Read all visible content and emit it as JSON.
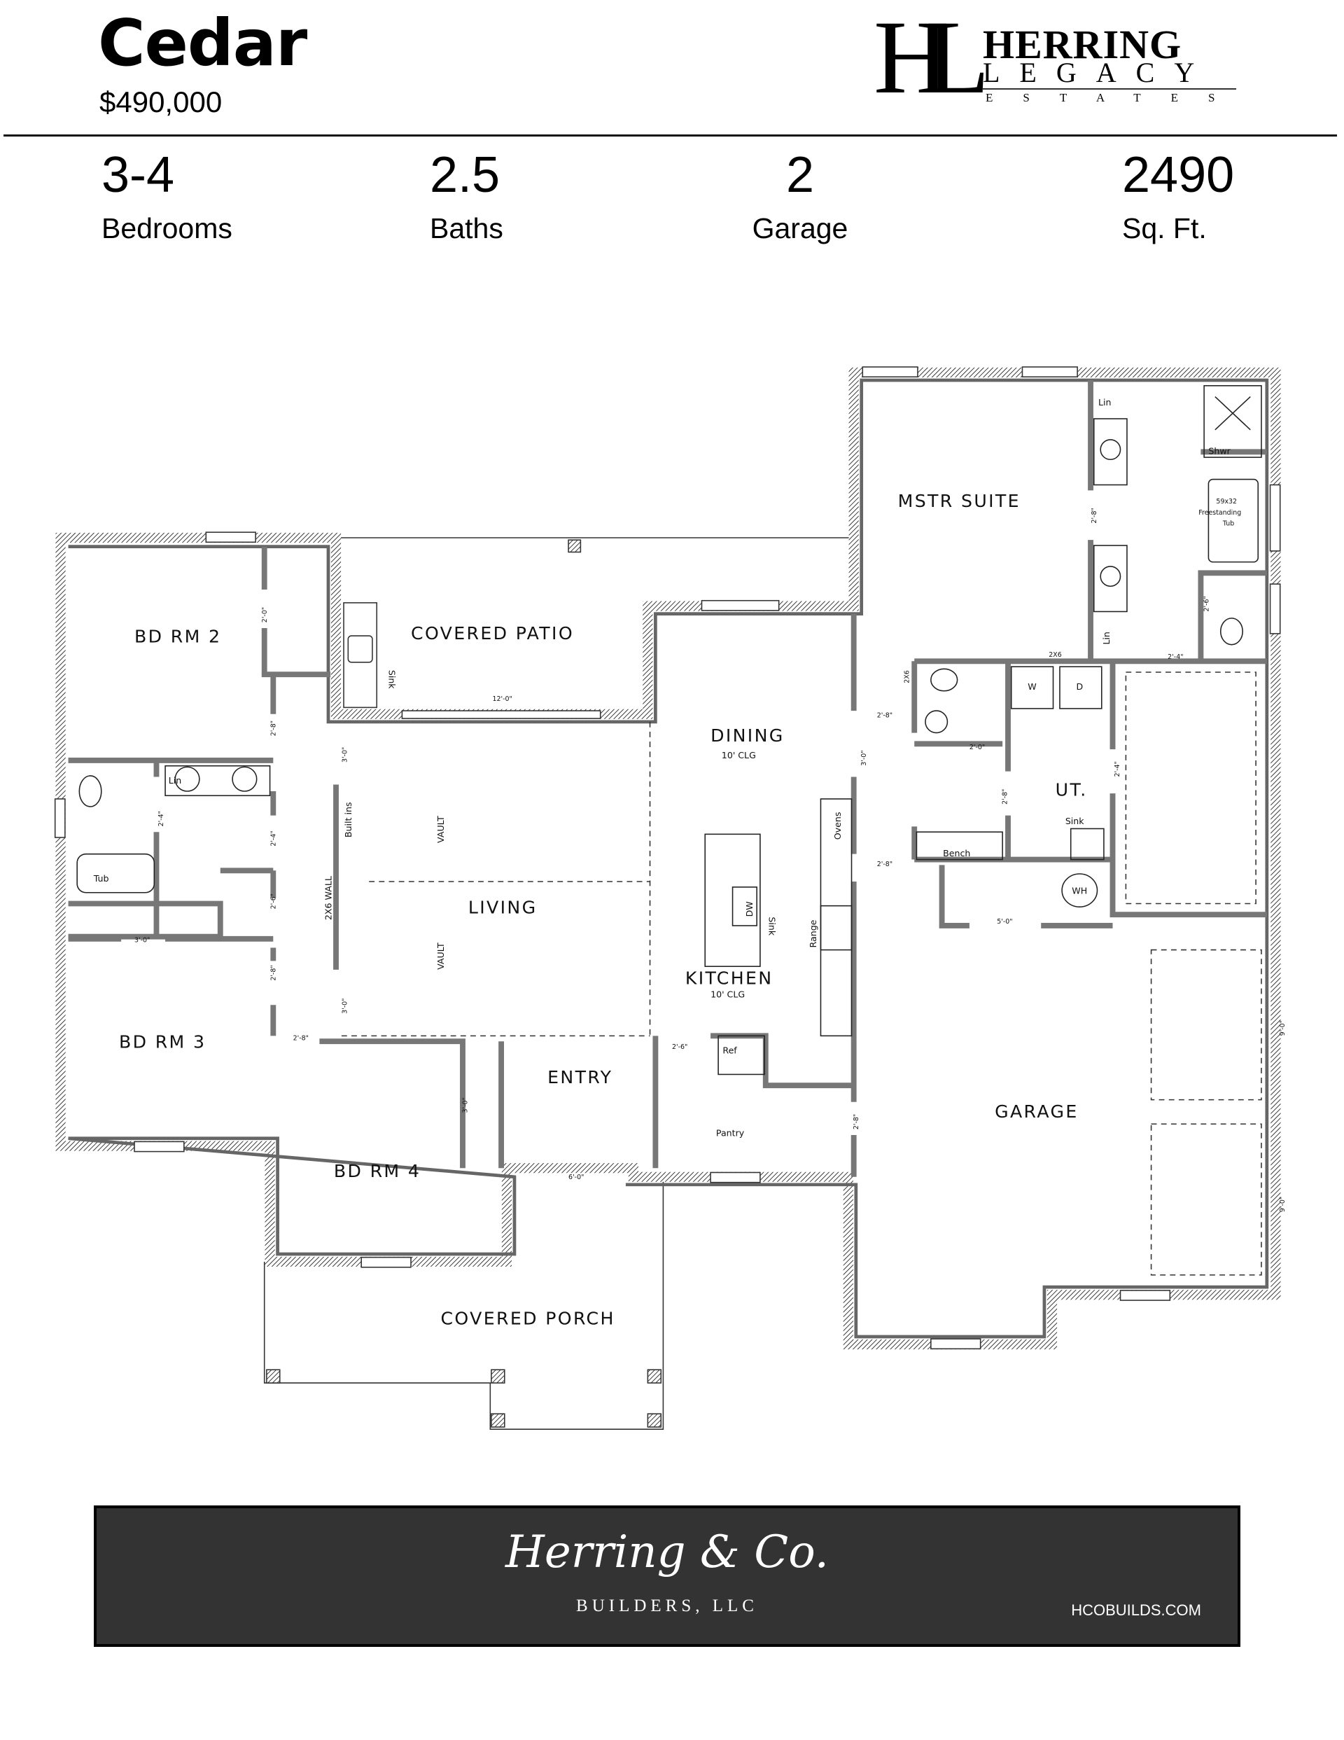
{
  "header": {
    "title": "Cedar",
    "price": "$490,000"
  },
  "logo": {
    "text_line1": "HERRING",
    "text_line2": "LEGACY",
    "text_line3": "ESTATES",
    "monogram": "HL"
  },
  "stats": [
    {
      "value": "3-4",
      "label": "Bedrooms"
    },
    {
      "value": "2.5",
      "label": "Baths"
    },
    {
      "value": "2",
      "label": "Garage"
    },
    {
      "value": "2490",
      "label": "Sq. Ft."
    }
  ],
  "plan": {
    "rooms": {
      "bd2": "BD RM 2",
      "patio": "COVERED PATIO",
      "mstr": "MSTR SUITE",
      "dining": "DINING",
      "dining_clg": "10' CLG",
      "living": "LIVING",
      "kitchen": "KITCHEN",
      "kitchen_clg": "10' CLG",
      "bd3": "BD RM 3",
      "entry": "ENTRY",
      "bd4": "BD RM 4",
      "garage": "GARAGE",
      "porch": "COVERED PORCH",
      "ut": "UT.",
      "pantry": "Pantry"
    },
    "fixtures": {
      "lin1": "Lin",
      "tub": "Tub",
      "patio_sink": "Sink",
      "builtins": "Built ins",
      "wall2x6": "2X6 WALL",
      "vault1": "VAULT",
      "vault2": "VAULT",
      "dw": "DW",
      "kitchen_sink": "Sink",
      "range": "Range",
      "ovens": "Ovens",
      "ref": "Ref",
      "bench": "Bench",
      "ut_sink": "Sink",
      "wh": "WH",
      "washer": "W",
      "dryer": "D",
      "lin2": "Lin",
      "lin3": "Lin",
      "shwr": "Shwr",
      "tub_size": "59x32",
      "tub_type": "Freestanding",
      "tub_word": "Tub",
      "w2x6a": "2X6",
      "w2x6b": "2X6"
    },
    "dims": {
      "d1": "2'-0\"",
      "d2": "2'-8\"",
      "d3": "3'-0\"",
      "d4": "2'-4\"",
      "d5": "2'-4\"",
      "d6": "2'-6\"",
      "d7": "3'-0\"",
      "d8": "2'-8\"",
      "d9": "2'-8\"",
      "d10": "3'-0\"",
      "d11": "12'-0\"",
      "d12": "6'-0\"",
      "d13": "3'-0\"",
      "d14": "2'-6\"",
      "d15": "2'-8\"",
      "d16": "3'-0\"",
      "d17": "2'-8\"",
      "d18": "2'-0\"",
      "d19": "2'-8\"",
      "d20": "2'-8\"",
      "d21": "5'-0\"",
      "d22": "2'-4\"",
      "d23": "2'-4\"",
      "d24": "2'-6\"",
      "d25": "9'-0\"",
      "d26": "9'-0\"",
      "d27": "2'-8\""
    }
  },
  "footer": {
    "script": "Herring & Co.",
    "sub": "BUILDERS, LLC",
    "url": "HCOBUILDS.COM"
  }
}
